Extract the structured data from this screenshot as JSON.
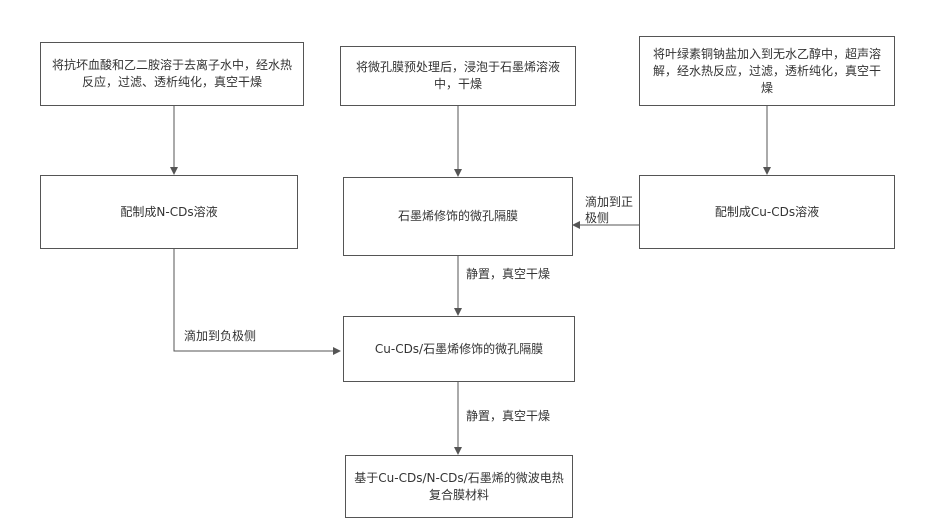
{
  "boxes": {
    "ncds_prep": "将抗坏血酸和乙二胺溶于去离子水中，经水热反应，过滤、透析纯化，真空干燥",
    "membrane_prep": "将微孔膜预处理后，浸泡于石墨烯溶液中，干燥",
    "cucds_prep": "将叶绿素铜钠盐加入到无水乙醇中，超声溶解，经水热反应，过滤，透析纯化，真空干燥",
    "ncds_solution": "配制成N-CDs溶液",
    "graphene_membrane": "石墨烯修饰的微孔隔膜",
    "cucds_solution": "配制成Cu-CDs溶液",
    "cucds_graphene_membrane": "Cu-CDs/石墨烯修饰的微孔隔膜",
    "final_material": "基于Cu-CDs/N-CDs/石墨烯的微波电热复合膜材料"
  },
  "labels": {
    "drip_positive": "滴加到正极侧",
    "drip_negative": "滴加到负极侧",
    "stand_dry_1": "静置，真空干燥",
    "stand_dry_2": "静置，真空干燥"
  },
  "colors": {
    "box_border": "#555555",
    "arrow": "#555555",
    "text": "#333333"
  }
}
